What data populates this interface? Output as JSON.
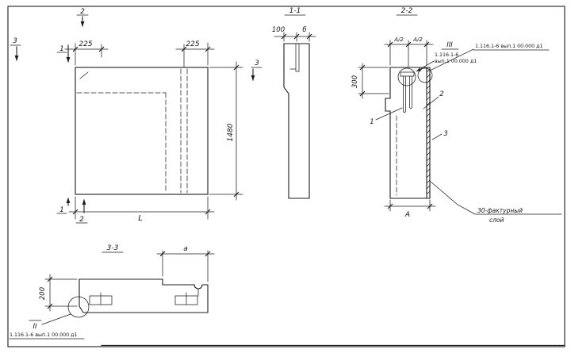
{
  "drawing": {
    "background": "#ffffff",
    "line_color": "#1c1c1c",
    "main_view": {
      "cut_marker_top": "2",
      "cut_marker_left": "1",
      "cut_marker_left_horizontal": "3",
      "cut_marker_right_horizontal": "3",
      "cut_marker_bottom_left": "1",
      "cut_marker_bottom_right": "2",
      "dim_offset_left": "225",
      "dim_offset_right": "225",
      "dim_height": "1480",
      "dim_length": "L"
    },
    "section_1_1": {
      "title": "1-1",
      "dim_width": "100",
      "dim_thickness": "б"
    },
    "section_2_2": {
      "title": "2-2",
      "dim_half_width_left": "A/2",
      "dim_half_width_right": "A/2",
      "dim_top_height": "300",
      "dim_width": "A",
      "part_label_1": "1",
      "part_label_2": "2",
      "part_label_3": "3",
      "detail_marker": "III",
      "detail_note_line_1": "1.116.1-6",
      "detail_note_line_2": "вып.1 00.000 д1",
      "detail_ref": "1.116.1-6 вып.1 00.000 д1",
      "layer_callout_line_1": "30-фактурный",
      "layer_callout_line_2": "слой"
    },
    "section_3_3": {
      "title": "3-3",
      "dim_width": "a",
      "dim_height": "200",
      "detail_marker": "II",
      "detail_ref": "1.116.1-6 вып.1 00.000 д1"
    }
  }
}
